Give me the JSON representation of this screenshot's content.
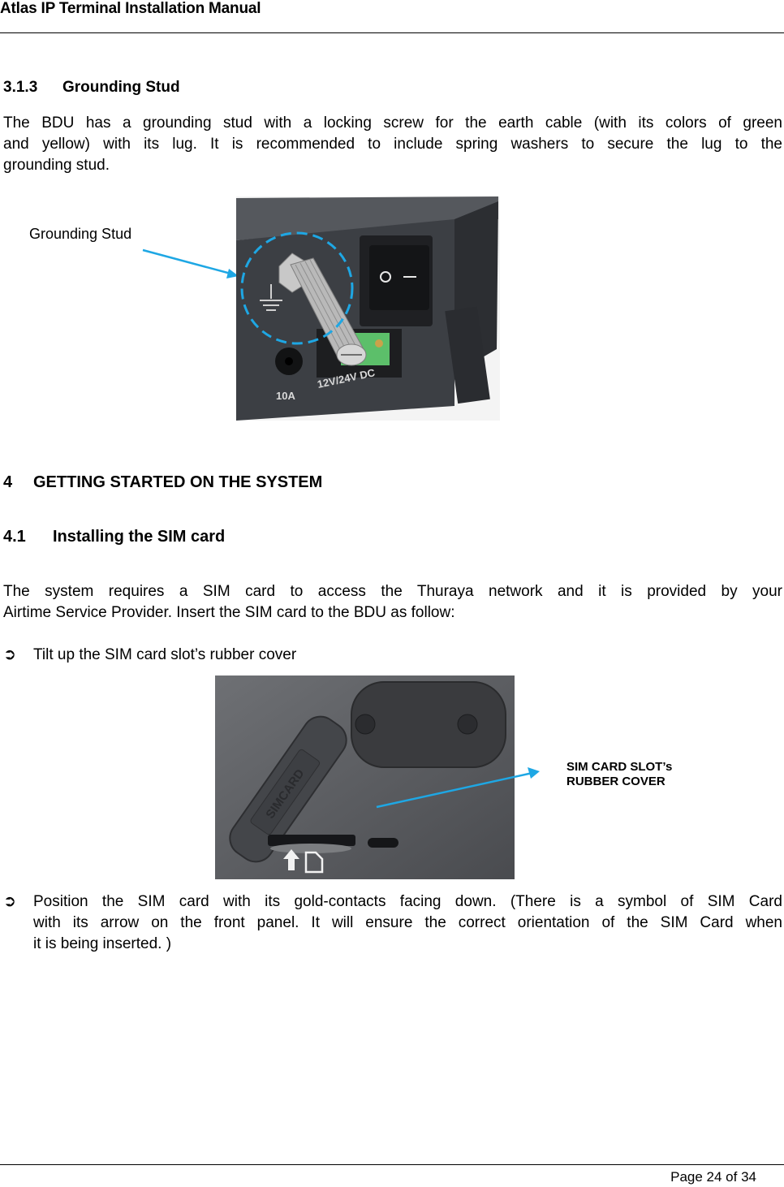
{
  "header": {
    "title": "Atlas IP Terminal Installation Manual"
  },
  "section_313": {
    "number": "3.1.3",
    "title": "Grounding Stud",
    "body_lines": [
      "The BDU has a grounding stud with a locking screw for the earth cable (with its colors of green",
      "and yellow) with its lug. It is recommended to include spring washers to secure the lug to the",
      "grounding stud."
    ],
    "figure": {
      "callout_label": "Grounding Stud",
      "panel_labels": [
        "10A",
        "12V/24V DC",
        "O",
        "—"
      ],
      "accent_color": "#1ea7e4"
    }
  },
  "section_4": {
    "number": "4",
    "title": "GETTING STARTED ON THE SYSTEM"
  },
  "section_41": {
    "number": "4.1",
    "title": "Installing the SIM card",
    "body_lines": [
      "The system requires a SIM card to access the Thuraya network and it is provided by your",
      "Airtime Service Provider. Insert the SIM card to the BDU as follow:"
    ],
    "steps": [
      {
        "icon": "arrow-right-icon",
        "glyph": "➲",
        "text": "Tilt up the SIM card slot’s rubber cover"
      },
      {
        "icon": "arrow-right-icon",
        "glyph": "➲",
        "text_lines": [
          "Position the SIM card with its gold-contacts facing down. (There is a symbol of SIM Card",
          "with its arrow on the front panel. It will ensure the correct orientation of the SIM Card when",
          "it is being inserted. )"
        ]
      }
    ],
    "figure": {
      "callout_line1": "SIM CARD SLOT’s",
      "callout_line2": "RUBBER COVER",
      "cover_text": "SIMCARD"
    }
  },
  "footer": {
    "page_label": "Page 24 of 34"
  }
}
